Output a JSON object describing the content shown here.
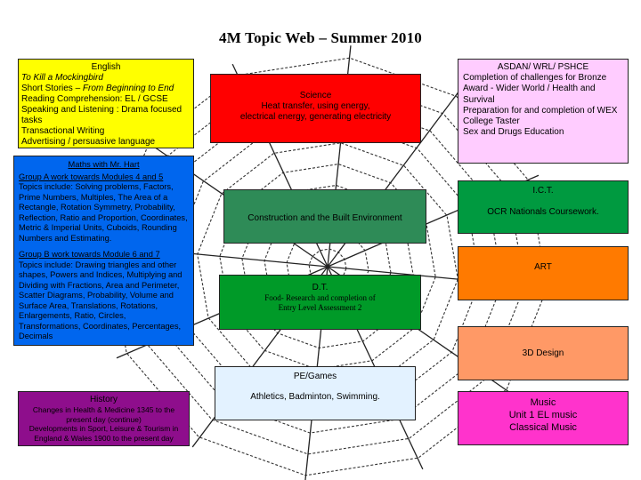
{
  "title": "4M Topic Web – Summer 2010",
  "colors": {
    "english": "#ffff00",
    "maths": "#0066ee",
    "history": "#8e0e8c",
    "science": "#ff0000",
    "construction": "#2e8b57",
    "dt": "#009a28",
    "pe": "#e3f2ff",
    "asdan": "#ffccff",
    "ict": "#009a40",
    "art": "#ff7a00",
    "design3d": "#ff9966",
    "music": "#ff33cc"
  },
  "english": {
    "heading": "English",
    "line1": "To Kill a Mockingbird",
    "line2_prefix": "Short Stories – ",
    "line2_italic": "From Beginning to End",
    "line3": "Reading Comprehension: EL / GCSE",
    "line4": "Speaking and Listening : Drama focused tasks",
    "line5": "Transactional Writing",
    "line6": "Advertising / persuasive language"
  },
  "maths": {
    "heading": "Maths with Mr. Hart",
    "groupA": "Group A work towards Modules 4 and 5",
    "groupA_text": "Topics include: Solving problems, Factors, Prime Numbers, Multiples, The Area of a Rectangle, Rotation Symmetry, Probability, Reflection, Ratio and Proportion, Coordinates, Metric & Imperial Units, Cuboids, Rounding Numbers and Estimating.",
    "groupB": "Group B work towards Module 6 and 7",
    "groupB_text": "Topics include: Drawing triangles and other shapes, Powers and Indices, Multiplying and Dividing with Fractions, Area and Perimeter, Scatter Diagrams, Probability, Volume and Surface Area, Translations, Rotations, Enlargements, Ratio, Circles, Transformations, Coordinates, Percentages, Decimals"
  },
  "history": {
    "heading": "History",
    "line1": "Changes in Health & Medicine 1345 to the present day (continue)",
    "line2": "Developments in Sport, Leisure & Tourism in England & Wales 1900 to the present day"
  },
  "science": {
    "heading": "Science",
    "line1": "Heat transfer, using energy,",
    "line2": "electrical energy, generating electricity"
  },
  "construction": {
    "text": "Construction and the Built Environment"
  },
  "dt": {
    "heading": "D.T.",
    "line1": "Food- Research and completion of",
    "line2": "Entry Level Assessment 2"
  },
  "pe": {
    "heading": "PE/Games",
    "line1": "Athletics, Badminton, Swimming."
  },
  "asdan": {
    "heading": "ASDAN/ WRL/ PSHCE",
    "line1": "Completion of challenges for Bronze Award - Wider World / Health and Survival",
    "line2": "Preparation for and completion of WEX",
    "line3": "College Taster",
    "line4": "Sex and Drugs Education"
  },
  "ict": {
    "heading": "I.C.T.",
    "line1": "OCR Nationals Coursework."
  },
  "art": {
    "heading": "ART"
  },
  "design3d": {
    "heading": "3D Design"
  },
  "music": {
    "heading": "Music",
    "line1": "Unit 1 EL music",
    "line2": "Classical Music"
  }
}
